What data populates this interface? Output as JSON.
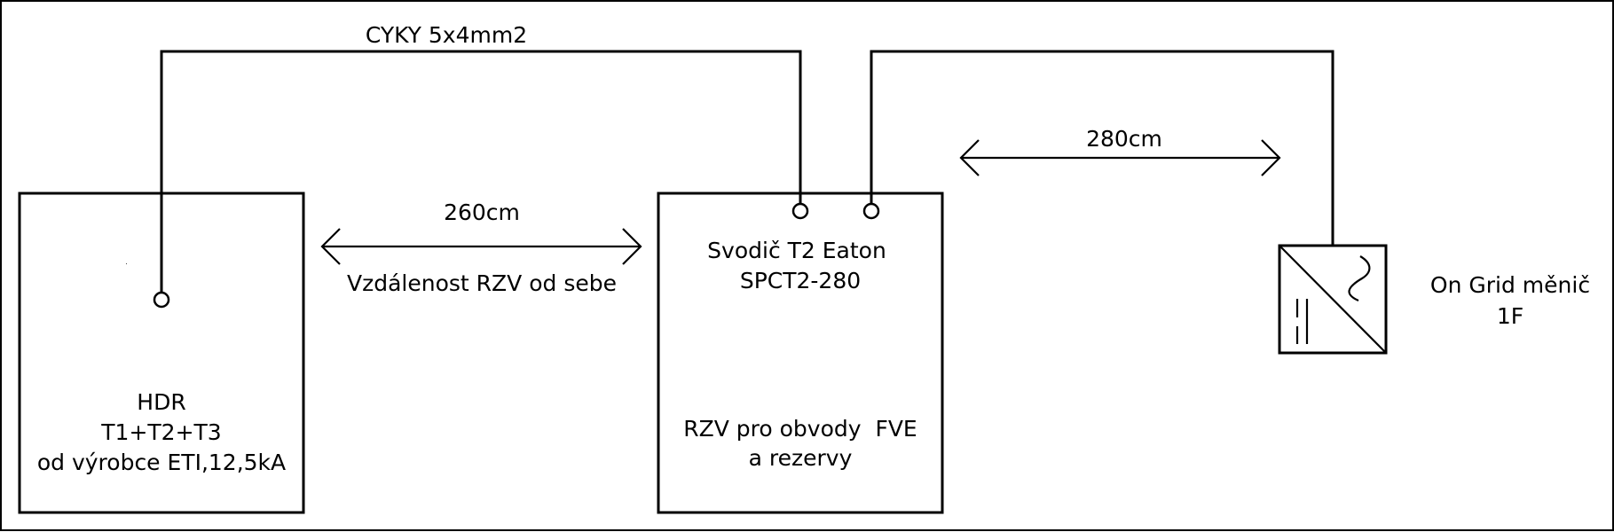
{
  "diagram": {
    "cable_label": "CYKY 5x4mm2",
    "hdr_box": {
      "lines": [
        "HDR",
        "T1+T2+T3",
        "od výrobce ETI,12,5kA"
      ]
    },
    "distance_1": {
      "value": "260cm",
      "caption": "Vzdálenost RZV od sebe"
    },
    "rzv_box": {
      "device_lines": [
        "Svodič T2 Eaton",
        "SPCT2-280"
      ],
      "purpose_lines": [
        "RZV pro obvody  FVE",
        "a rezervy"
      ]
    },
    "distance_2": {
      "value": "280cm"
    },
    "inverter": {
      "symbol": "dc-ac-inverter-icon",
      "lines": [
        "On Grid měnič",
        "1F"
      ]
    },
    "colors": {
      "line": "#000000",
      "background": "#ffffff"
    }
  }
}
